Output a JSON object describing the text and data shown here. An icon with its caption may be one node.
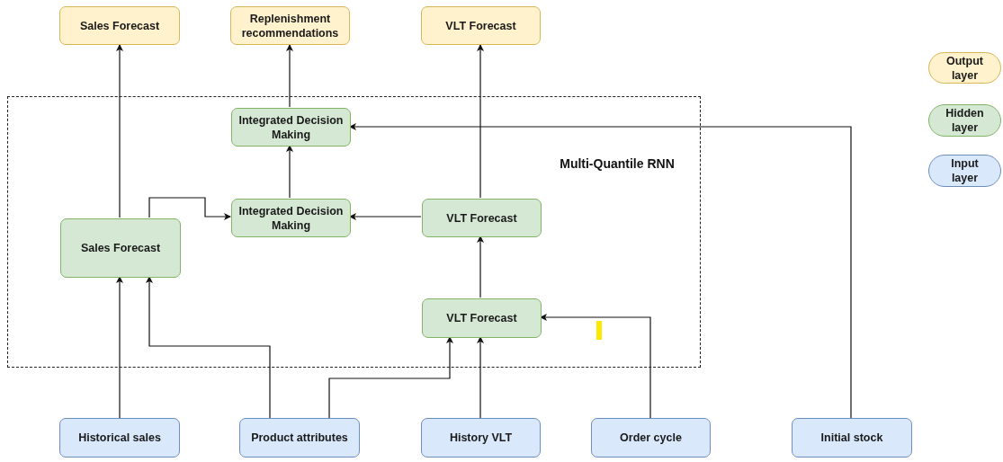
{
  "diagram": {
    "nodes": [
      {
        "text": [
          "Sales Forecast"
        ]
      },
      {
        "text": [
          "Replenishment recommendations"
        ]
      },
      {
        "text": [
          "VLT Forecast"
        ]
      },
      {
        "text": [
          "Multi-Quantile RNN"
        ]
      },
      {
        "text": [
          "Integrated Decision Making"
        ],
        "in": 3
      },
      {
        "text": [
          "Sales Forecast"
        ],
        "in": 3
      },
      {
        "text": [
          "Integrated Decision Making"
        ],
        "in": 3
      },
      {
        "text": [
          "VLT Forecast"
        ],
        "in": 3
      },
      {
        "text": [
          "VLT Forecast"
        ],
        "in": 3
      },
      {
        "text": [
          "Historical sales"
        ]
      },
      {
        "text": [
          "Product attributes"
        ]
      },
      {
        "text": [
          "History VLT"
        ]
      },
      {
        "text": [
          "Order cycle"
        ]
      },
      {
        "text": [
          "Initial stock"
        ]
      }
    ],
    "edges": [
      {
        "from": 5,
        "to": 0,
        "arrow": "to"
      },
      {
        "from": 4,
        "to": 1,
        "arrow": "to"
      },
      {
        "from": 7,
        "to": 2,
        "arrow": "to"
      },
      {
        "from": 6,
        "to": 4,
        "arrow": "to"
      },
      {
        "from": 5,
        "to": 6,
        "arrow": "to"
      },
      {
        "from": 7,
        "to": 6,
        "arrow": "to"
      },
      {
        "from": 8,
        "to": 7,
        "arrow": "to"
      },
      {
        "from": 9,
        "to": 5,
        "arrow": "to"
      },
      {
        "from": 10,
        "to": 5,
        "arrow": "to"
      },
      {
        "from": 10,
        "to": 8,
        "arrow": "to"
      },
      {
        "from": 11,
        "to": 8,
        "arrow": "to"
      },
      {
        "from": 12,
        "to": 8,
        "arrow": "to"
      },
      {
        "from": 13,
        "to": 4,
        "arrow": "to"
      }
    ],
    "legend": [
      {
        "text": "Output layer",
        "color": "#fff2cc"
      },
      {
        "text": "Hidden layer",
        "color": "#d5e8d4"
      },
      {
        "text": "Input layer",
        "color": "#dae8fc"
      }
    ]
  }
}
